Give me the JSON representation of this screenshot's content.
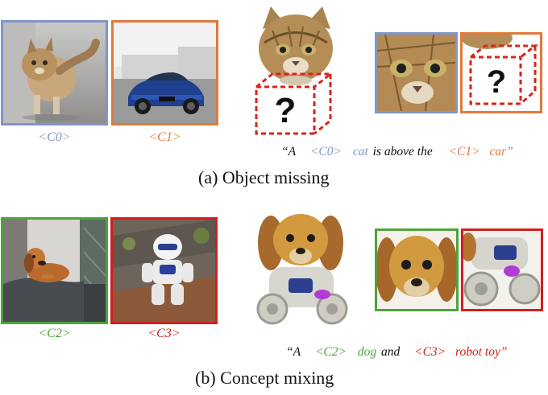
{
  "colors": {
    "c0": "#7f96c8",
    "c1": "#e07a3a",
    "c2": "#4ea23c",
    "c3": "#d11f1f",
    "missing": "#d9231d"
  },
  "row_a": {
    "tokens": [
      "<C0>",
      "<C1>"
    ],
    "prompt": {
      "open": "“A",
      "t0": "<C0>",
      "w0": "cat",
      "mid": "is above the",
      "t1": "<C1>",
      "w1": "car”"
    },
    "unknown_mark": "?",
    "caption": "(a) Object missing"
  },
  "row_b": {
    "tokens": [
      "<C2>",
      "<C3>"
    ],
    "prompt": {
      "open": "“A",
      "t0": "<C2>",
      "w0": "dog",
      "mid": "and",
      "t1": "<C3>",
      "w1": "robot toy”"
    },
    "caption": "(b) Concept mixing"
  }
}
